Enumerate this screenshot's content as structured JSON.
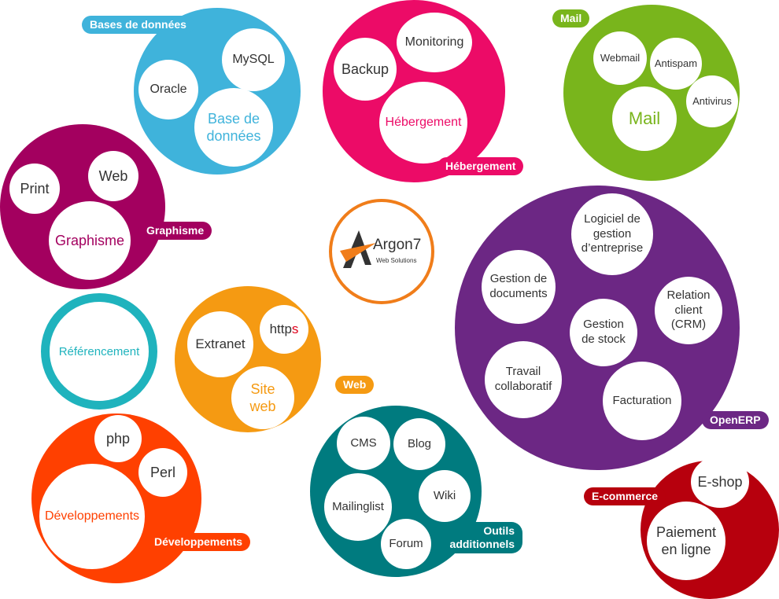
{
  "colors": {
    "databases": "#3fb3db",
    "hosting": "#ec0b67",
    "mail": "#79b51c",
    "graphics": "#a3005f",
    "openerp": "#6c2784",
    "seo": "#1fb3bd",
    "web": "#f59a12",
    "dev": "#ff4000",
    "tools": "#007b7f",
    "ecommerce": "#b7000d",
    "logo_orange": "#f07d1a",
    "logo_dark": "#333333"
  },
  "logo": {
    "name": "Argon7",
    "tagline": "Web Solutions"
  },
  "clusters": {
    "databases": {
      "label": "Bases de données",
      "items": [
        "MySQL",
        "Oracle"
      ],
      "main": "Base de données"
    },
    "hosting": {
      "label": "Hébergement",
      "items": [
        "Monitoring",
        "Backup"
      ],
      "main": "Hébergement"
    },
    "mail": {
      "label": "Mail",
      "items": [
        "Webmail",
        "Antispam",
        "Antivirus"
      ],
      "main": "Mail"
    },
    "graphics": {
      "label": "Graphisme",
      "items": [
        "Web",
        "Print"
      ],
      "main": "Graphisme"
    },
    "seo": {
      "main": "Référencement"
    },
    "web": {
      "label": "Web",
      "items": [
        "Extranet"
      ],
      "https": {
        "prefix": "http",
        "suffix": "s"
      },
      "main": "Site web"
    },
    "openerp": {
      "label": "OpenERP",
      "items": [
        "Logiciel de gestion d’entreprise",
        "Gestion de documents",
        "Relation client (CRM)",
        "Gestion de stock",
        "Travail collaboratif",
        "Facturation"
      ]
    },
    "dev": {
      "label": "Développements",
      "items": [
        "php",
        "Perl"
      ],
      "main": "Développements"
    },
    "tools": {
      "label": "Outils additionnels",
      "items": [
        "CMS",
        "Blog",
        "Mailinglist",
        "Wiki",
        "Forum"
      ]
    },
    "ecommerce": {
      "label": "E-commerce",
      "items": [
        "E-shop",
        "Paiement en ligne"
      ]
    }
  }
}
